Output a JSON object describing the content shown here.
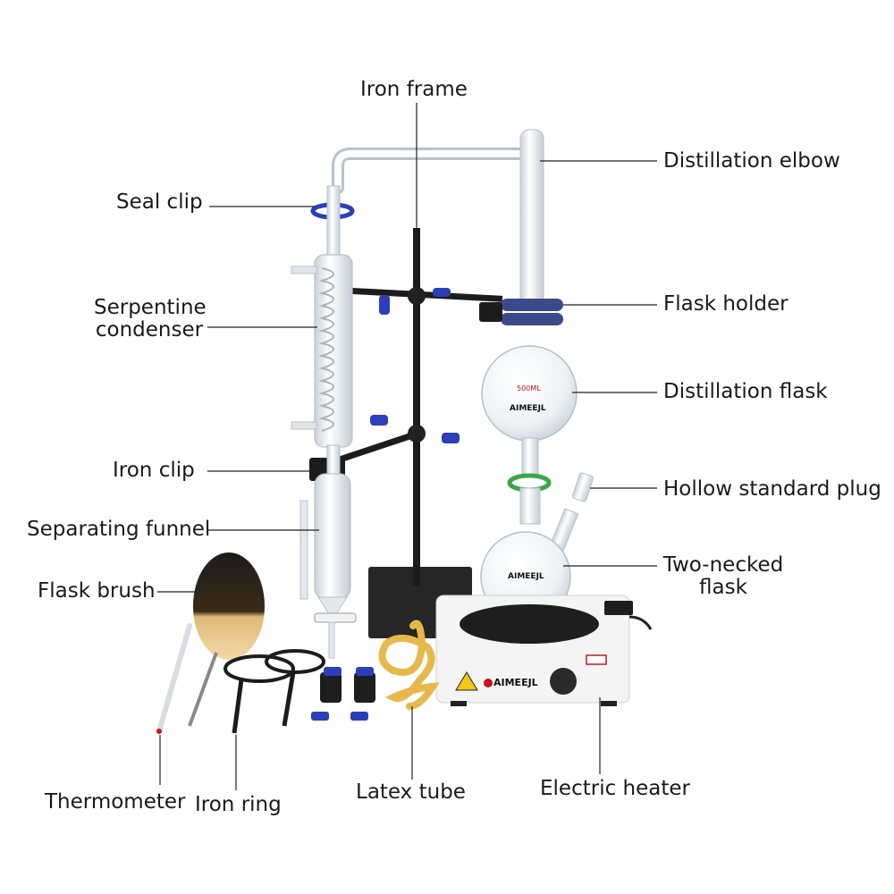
{
  "labels": {
    "iron_frame": "Iron frame",
    "distillation_elbow": "Distillation elbow",
    "seal_clip": "Seal clip",
    "serpentine_condenser_l1": "Serpentine",
    "serpentine_condenser_l2": "condenser",
    "flask_holder": "Flask holder",
    "distillation_flask": "Distillation flask",
    "iron_clip": "Iron clip",
    "hollow_standard_plug": "Hollow standard plug",
    "separating_funnel": "Separating funnel",
    "two_necked_flask_l1": "Two-necked",
    "two_necked_flask_l2": "flask",
    "flask_brush": "Flask brush",
    "thermometer": "Thermometer",
    "iron_ring": "Iron ring",
    "latex_tube": "Latex tube",
    "electric_heater": "Electric heater"
  },
  "product_marks": {
    "brand": "AIMEEJL",
    "flask_volume": "500ML"
  },
  "colors": {
    "clip_blue": "#2a3fb8",
    "seal_green": "#3aa64a",
    "latex_yellow": "#e8b84a",
    "iron_black": "#1c1c1c",
    "glass": "#e9eef2",
    "heater_white": "#f4f4f4"
  }
}
